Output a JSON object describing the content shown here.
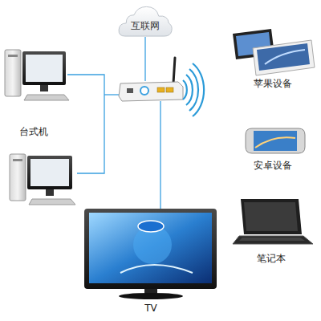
{
  "diagram": {
    "nodes": [
      {
        "text": [
          "互联网"
        ]
      }
    ],
    "labels": [
      "台式机",
      "苹果设备",
      "安卓设备",
      "笔记本",
      "TV"
    ]
  }
}
